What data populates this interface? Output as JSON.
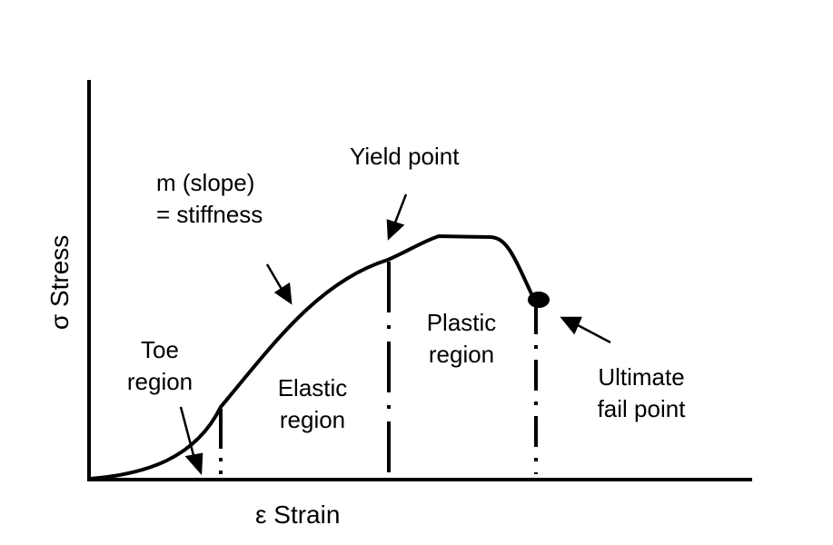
{
  "axes": {
    "x_label": "ε  Strain",
    "y_label": "σ Stress"
  },
  "annotations": {
    "toe_line1": "Toe",
    "toe_line2": "region",
    "elastic_line1": "Elastic",
    "elastic_line2": "region",
    "plastic_line1": "Plastic",
    "plastic_line2": "region",
    "slope_line1": "m (slope)",
    "slope_line2": "= stiffness",
    "yield": "Yield point",
    "ultimate_line1": "Ultimate",
    "ultimate_line2": "fail point"
  }
}
